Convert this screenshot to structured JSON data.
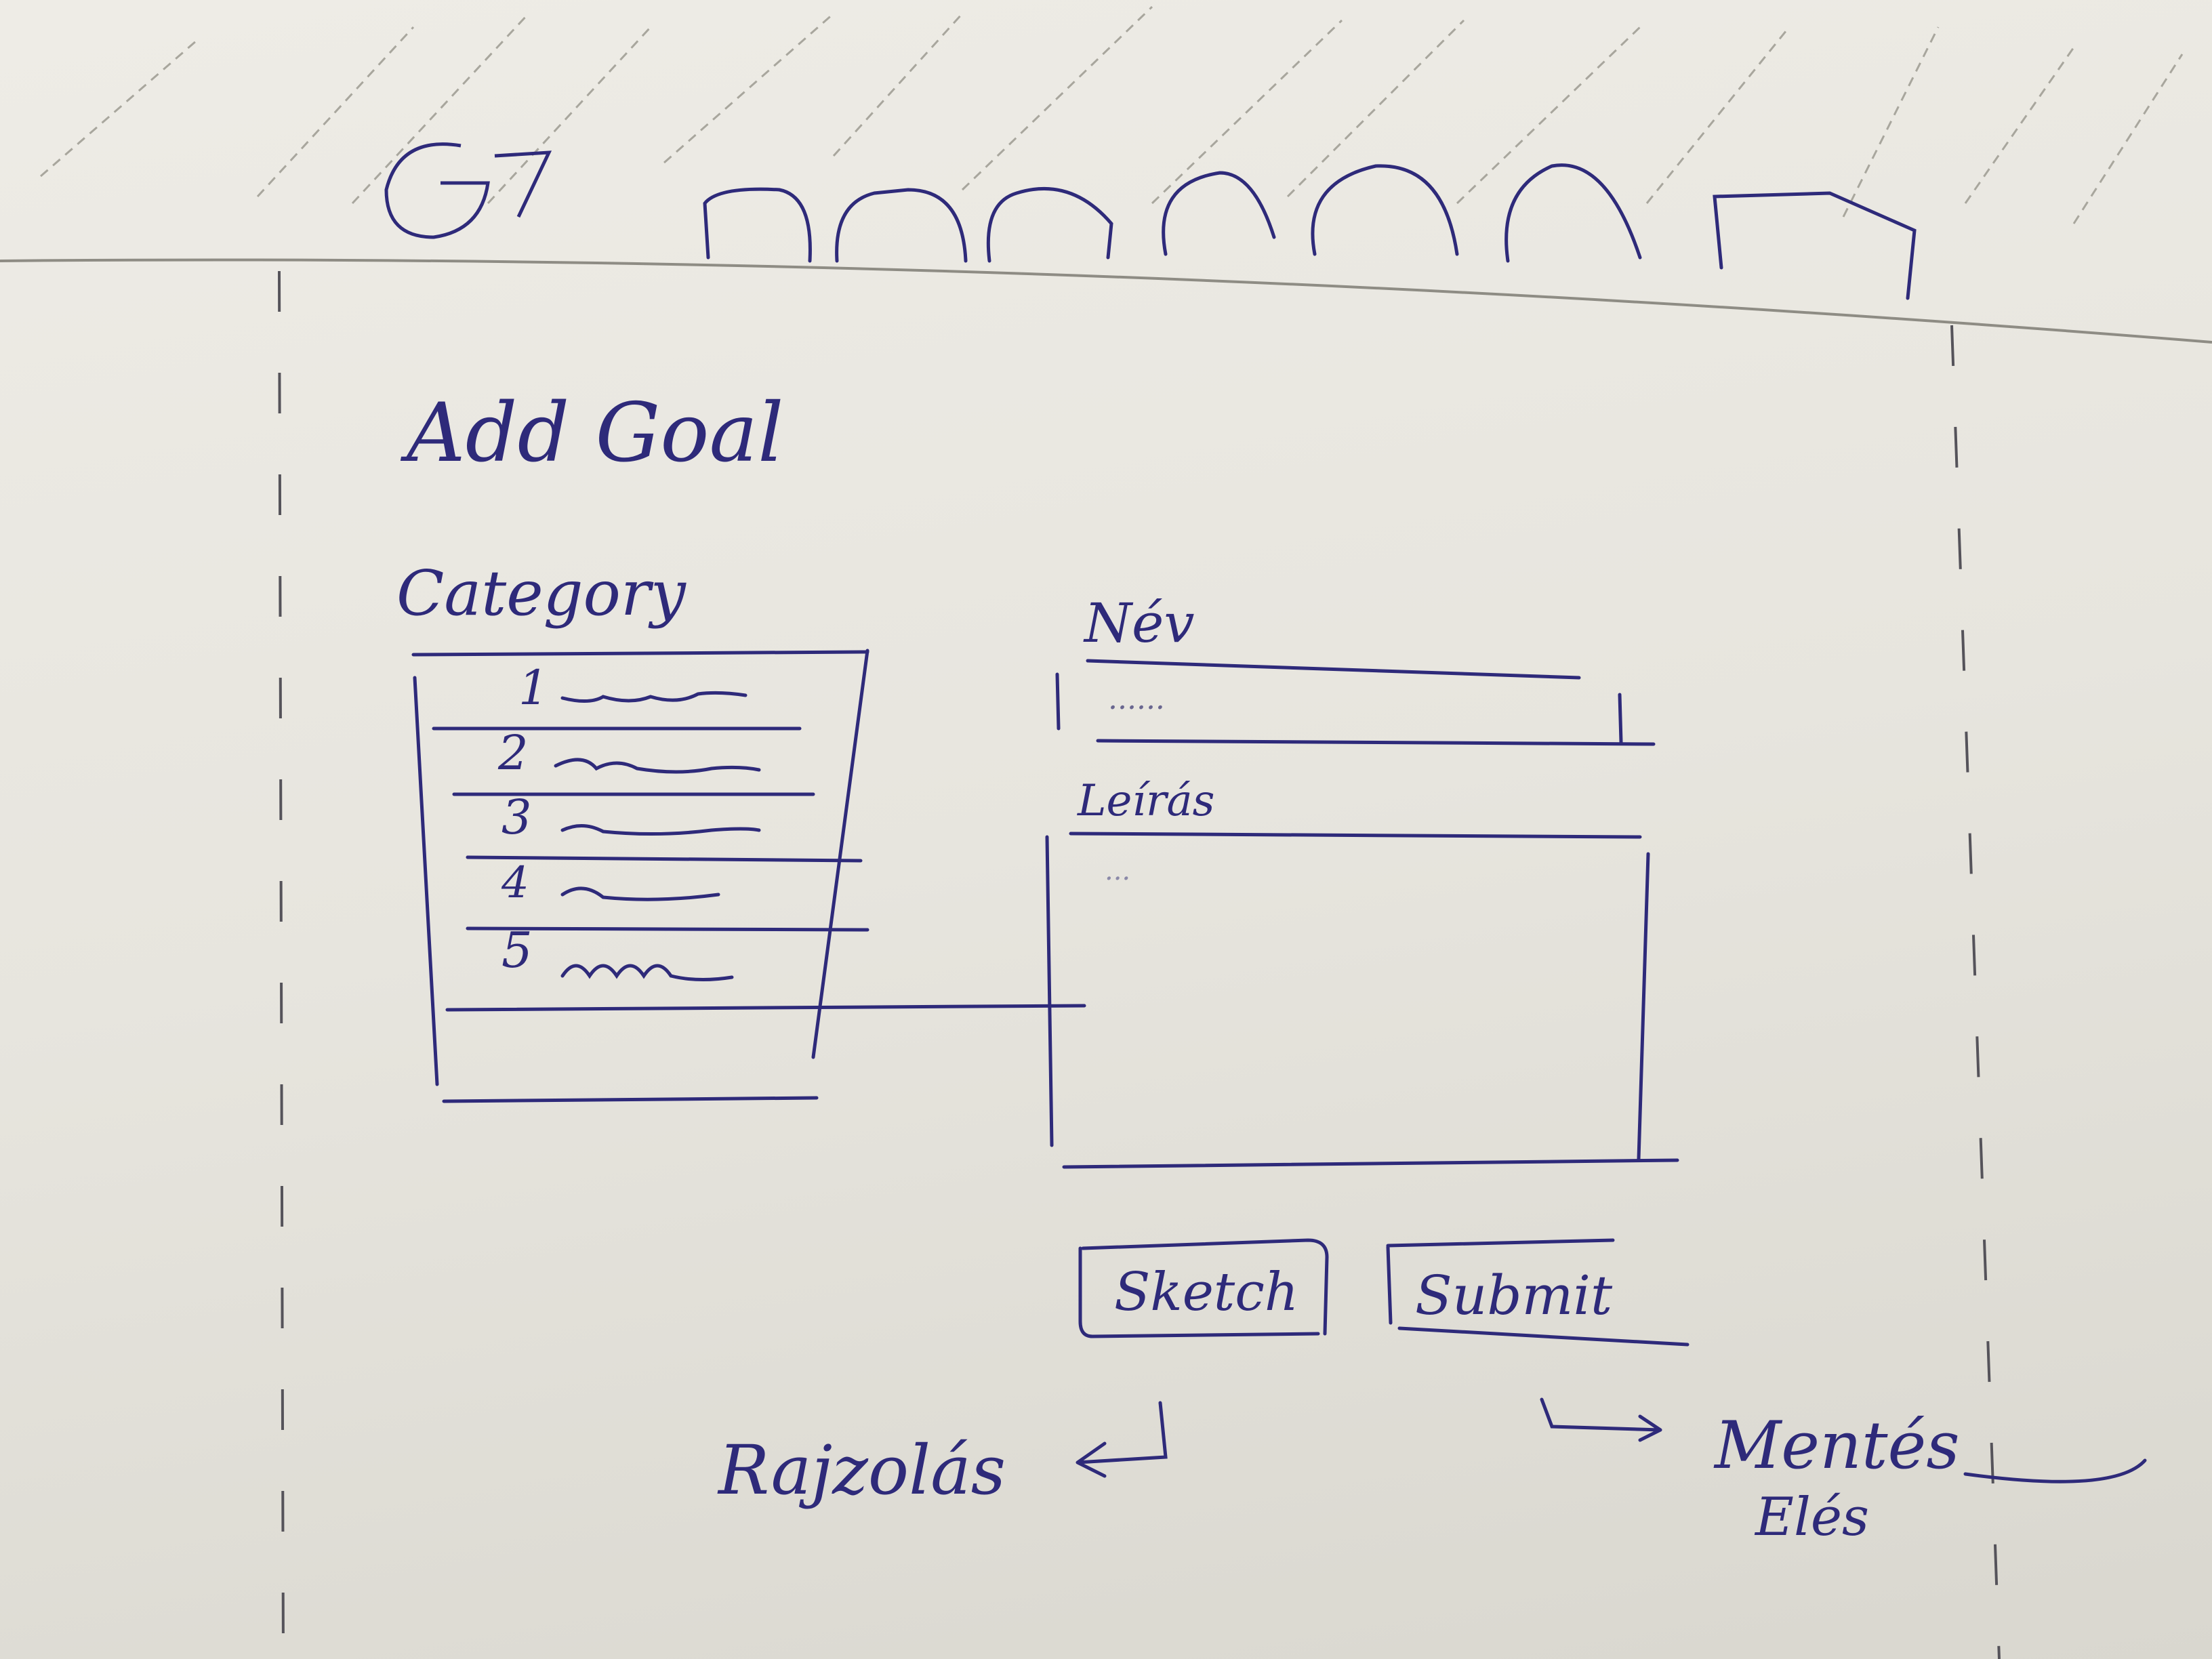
{
  "header": {
    "logo": {
      "text": "G7",
      "icon": "logo-g7"
    },
    "tabs": [
      "",
      "",
      "",
      "",
      "",
      "",
      ""
    ]
  },
  "page": {
    "title": "Add Goal"
  },
  "category": {
    "label": "Category",
    "items": [
      "1",
      "2",
      "3",
      "4",
      "5"
    ]
  },
  "form": {
    "name_label": "Név",
    "name_placeholder": "......",
    "description_label": "Leírás",
    "description_placeholder": "...",
    "sketch_button": "Sketch",
    "submit_button": "Submit"
  },
  "annotations": {
    "sketch_note": "Rajzolás",
    "submit_note": [
      "Mentés",
      "Elés"
    ]
  },
  "colors": {
    "ink": "#2e2a7a",
    "pencil": "#9a9890",
    "paper": "#eceae3"
  }
}
